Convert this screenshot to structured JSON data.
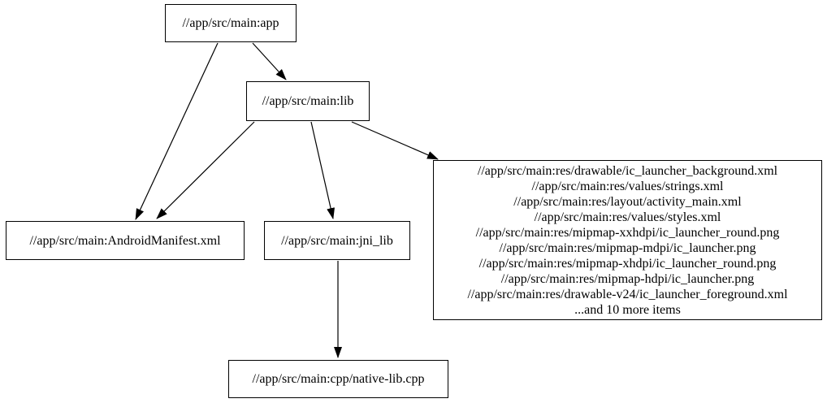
{
  "diagram": {
    "type": "dependency-graph",
    "background_color": "#ffffff",
    "node_border_color": "#000000",
    "text_color": "#000000",
    "nodes": {
      "app": {
        "label": "//app/src/main:app"
      },
      "lib": {
        "label": "//app/src/main:lib"
      },
      "manifest": {
        "label": "//app/src/main:AndroidManifest.xml"
      },
      "jni_lib": {
        "label": "//app/src/main:jni_lib"
      },
      "res_group": {
        "lines": [
          "//app/src/main:res/drawable/ic_launcher_background.xml",
          "//app/src/main:res/values/strings.xml",
          "//app/src/main:res/layout/activity_main.xml",
          "//app/src/main:res/values/styles.xml",
          "//app/src/main:res/mipmap-xxhdpi/ic_launcher_round.png",
          "//app/src/main:res/mipmap-mdpi/ic_launcher.png",
          "//app/src/main:res/mipmap-xhdpi/ic_launcher_round.png",
          "//app/src/main:res/mipmap-hdpi/ic_launcher.png",
          "//app/src/main:res/drawable-v24/ic_launcher_foreground.xml",
          "...and 10 more items"
        ]
      },
      "native_cpp": {
        "label": "//app/src/main:cpp/native-lib.cpp"
      }
    },
    "edges": [
      {
        "from": "app",
        "to": "manifest"
      },
      {
        "from": "app",
        "to": "lib"
      },
      {
        "from": "lib",
        "to": "manifest"
      },
      {
        "from": "lib",
        "to": "jni_lib"
      },
      {
        "from": "lib",
        "to": "res_group"
      },
      {
        "from": "jni_lib",
        "to": "native_cpp"
      }
    ]
  }
}
